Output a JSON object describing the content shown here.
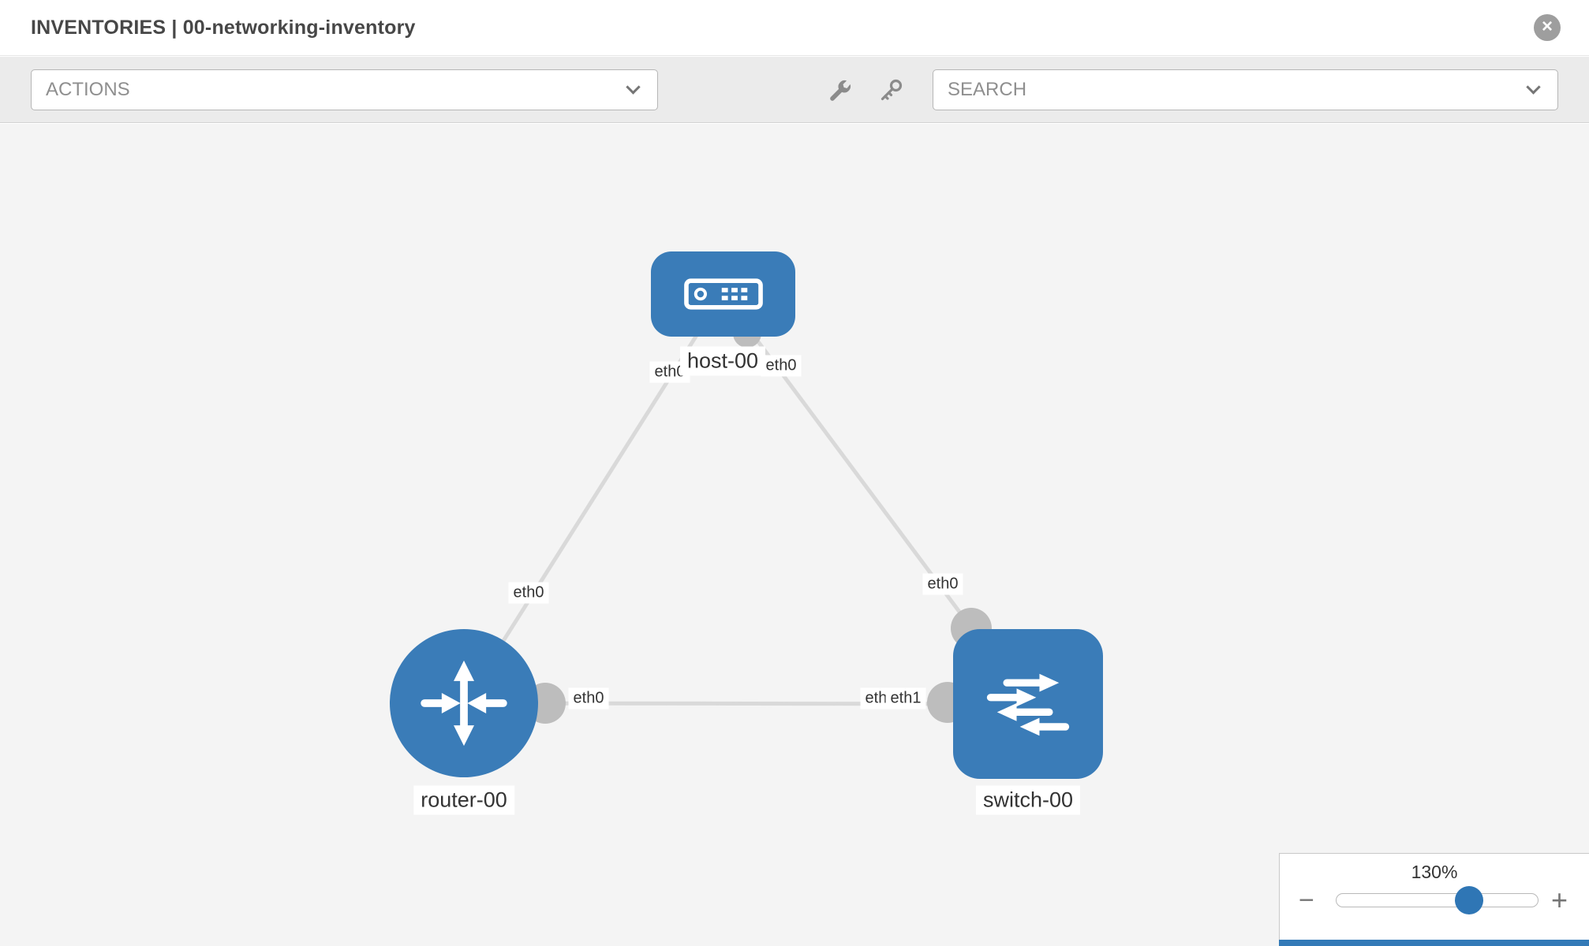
{
  "header": {
    "title": "INVENTORIES | 00-networking-inventory"
  },
  "toolbar": {
    "actions_label": "ACTIONS",
    "search_label": "SEARCH"
  },
  "icons": {
    "close": "circled-x",
    "actions_caret": "chevron-down",
    "search_caret": "chevron-down",
    "tools": [
      "wrench-icon",
      "key-icon"
    ]
  },
  "topology": {
    "nodes": [
      {
        "label": "host-00",
        "type": "host"
      },
      {
        "label": "router-00",
        "type": "router"
      },
      {
        "label": "switch-00",
        "type": "switch"
      }
    ],
    "links": [
      {
        "from": "host-00",
        "to": "router-00",
        "from_label": "eth0",
        "to_label": "eth0"
      },
      {
        "from": "host-00",
        "to": "switch-00",
        "from_label": "eth0",
        "to_label": "eth0"
      },
      {
        "from": "router-00",
        "to": "switch-00",
        "from_label": "eth0",
        "to_label": "eth1",
        "to_label_overlapped": "eth1"
      }
    ]
  },
  "zoom": {
    "level": "130%",
    "zoom_out_label": "−",
    "zoom_in_label": "+"
  },
  "colors": {
    "node_blue": "#3a7cb8",
    "link_gray": "#d9d9d9",
    "port_gray": "#bdbdbd",
    "slider_blue": "#2f76b5",
    "footer_blue": "#337ab7",
    "toolbar_gray": "#ebebeb",
    "canvas_gray": "#f4f4f4"
  }
}
